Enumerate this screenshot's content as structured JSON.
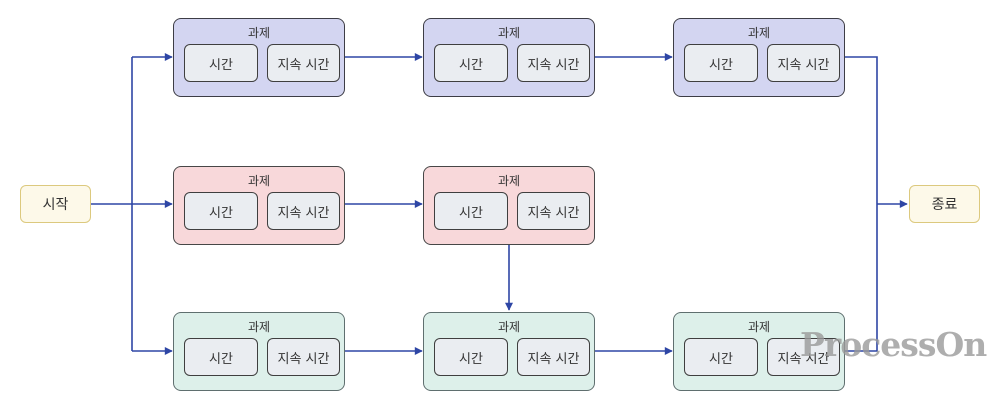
{
  "diagram": {
    "start": {
      "label": "시작"
    },
    "end": {
      "label": "종료"
    },
    "labels": {
      "task": "과제",
      "time": "시간",
      "duration": "지속 시간"
    },
    "rows": [
      {
        "id": "top",
        "fill": "#d3d5f1",
        "border": "#3d3d46",
        "task_count": 3
      },
      {
        "id": "middle",
        "fill": "#f8d8da",
        "border": "#474747",
        "task_count": 2
      },
      {
        "id": "bottom",
        "fill": "#ddf0ea",
        "border": "#5f6f6f",
        "task_count": 3
      }
    ],
    "colors": {
      "connector": "#2e46a5",
      "inner_fill": "#eaedf1",
      "inner_border": "#3f3f3f",
      "terminal_fill": "#fdf9e9",
      "terminal_border": "#dcc97e",
      "text": "#333333",
      "background": "#ffffff"
    }
  },
  "watermark": {
    "text": "ProcessOn",
    "color": "#9a9a9a"
  }
}
